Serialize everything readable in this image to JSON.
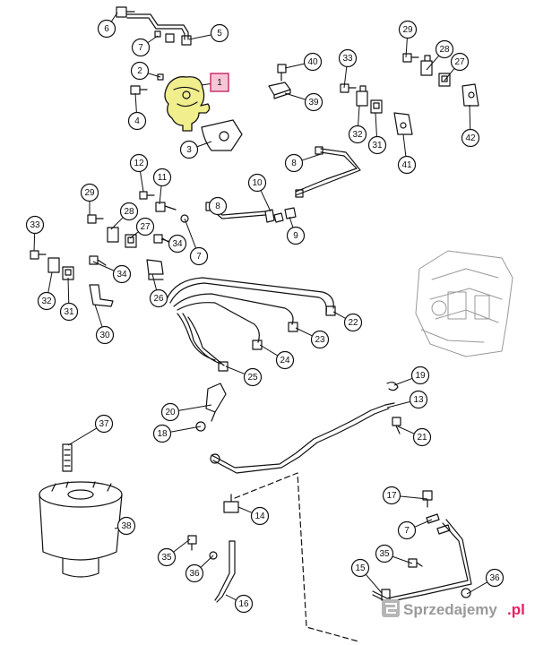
{
  "diagram": {
    "highlight_color": "#f1ee8e",
    "highlight_label_fill": "#f6c6d6",
    "highlight_label_stroke": "#c2185b",
    "callouts": [
      {
        "label": "6"
      },
      {
        "label": "7"
      },
      {
        "label": "5"
      },
      {
        "label": "2"
      },
      {
        "label": "1"
      },
      {
        "label": "4"
      },
      {
        "label": "3"
      },
      {
        "label": "40"
      },
      {
        "label": "39"
      },
      {
        "label": "33"
      },
      {
        "label": "32"
      },
      {
        "label": "31"
      },
      {
        "label": "29"
      },
      {
        "label": "28"
      },
      {
        "label": "27"
      },
      {
        "label": "42"
      },
      {
        "label": "41"
      },
      {
        "label": "8"
      },
      {
        "label": "10"
      },
      {
        "label": "9"
      },
      {
        "label": "12"
      },
      {
        "label": "11"
      },
      {
        "label": "8"
      },
      {
        "label": "7"
      },
      {
        "label": "29"
      },
      {
        "label": "28"
      },
      {
        "label": "27"
      },
      {
        "label": "34"
      },
      {
        "label": "33"
      },
      {
        "label": "34"
      },
      {
        "label": "32"
      },
      {
        "label": "31"
      },
      {
        "label": "26"
      },
      {
        "label": "30"
      },
      {
        "label": "22"
      },
      {
        "label": "23"
      },
      {
        "label": "24"
      },
      {
        "label": "25"
      },
      {
        "label": "19"
      },
      {
        "label": "13"
      },
      {
        "label": "20"
      },
      {
        "label": "18"
      },
      {
        "label": "21"
      },
      {
        "label": "37"
      },
      {
        "label": "38"
      },
      {
        "label": "14"
      },
      {
        "label": "17"
      },
      {
        "label": "7"
      },
      {
        "label": "35"
      },
      {
        "label": "35"
      },
      {
        "label": "36"
      },
      {
        "label": "15"
      },
      {
        "label": "36"
      },
      {
        "label": "16"
      }
    ]
  },
  "watermark": {
    "text": "Sprzedajemy",
    "suffix": ".pl",
    "suffix_color": "#e91e63"
  }
}
